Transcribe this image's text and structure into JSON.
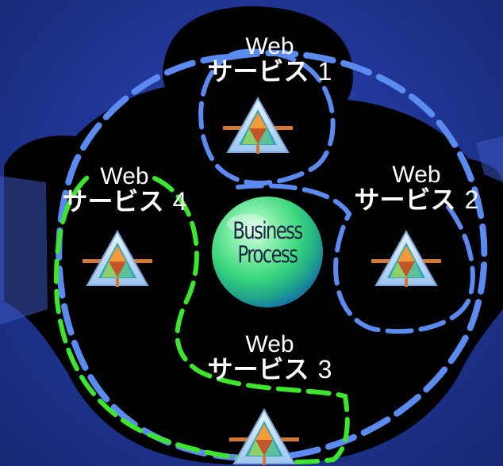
{
  "center": {
    "line1": "Business",
    "line2": "Process"
  },
  "services": [
    {
      "web": "Web",
      "jp": "サービス",
      "num": "1"
    },
    {
      "web": "Web",
      "jp": "サービス",
      "num": "2"
    },
    {
      "web": "Web",
      "jp": "サービス",
      "num": "3"
    },
    {
      "web": "Web",
      "jp": "サービス",
      "num": "4"
    }
  ],
  "colors": {
    "background": "#2238a0",
    "blob": "#000000",
    "blue_dash": "#5b8bf0",
    "green_dash": "#3ee52d",
    "triangle_outer": "#b9d8f2",
    "triangle_inner": "#2aa7b8",
    "triangle_top": "#f39b38",
    "triangle_bottom": "#bc5a2a",
    "connector": "#d27a35",
    "sphere": "#39d67c"
  },
  "icons": [
    "service-triangle-icon",
    "business-process-sphere"
  ]
}
